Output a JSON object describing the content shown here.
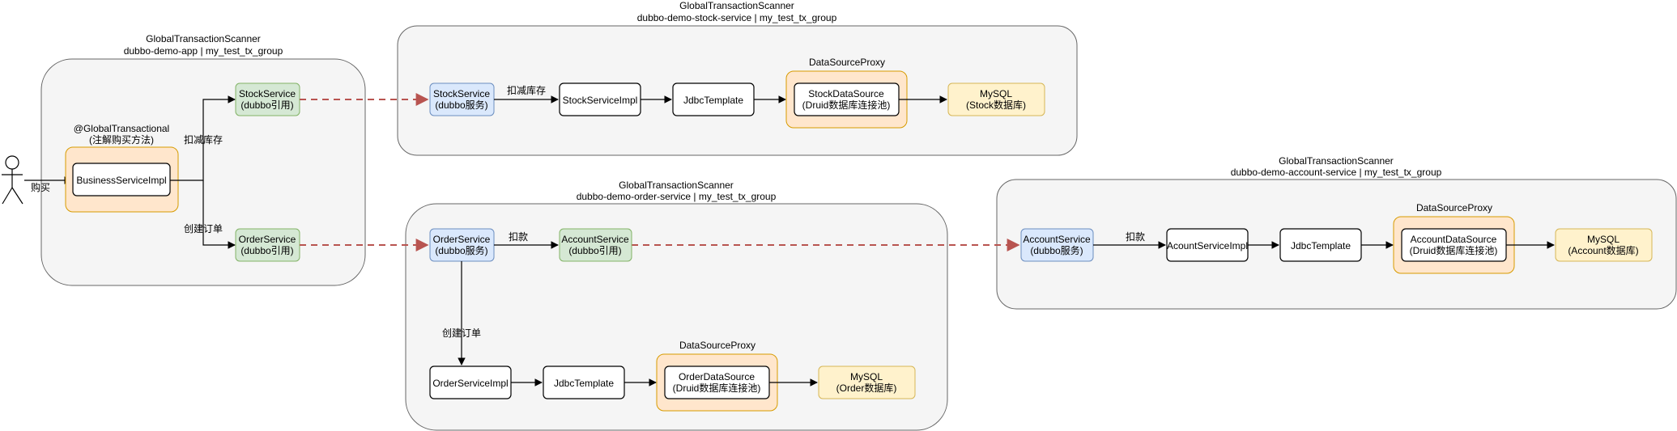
{
  "groups": {
    "app": {
      "title": "GlobalTransactionScanner",
      "subtitle": "dubbo-demo-app | my_test_tx_group"
    },
    "stock": {
      "title": "GlobalTransactionScanner",
      "subtitle": "dubbo-demo-stock-service | my_test_tx_group"
    },
    "order": {
      "title": "GlobalTransactionScanner",
      "subtitle": "dubbo-demo-order-service | my_test_tx_group"
    },
    "account": {
      "title": "GlobalTransactionScanner",
      "subtitle": "dubbo-demo-account-service | my_test_tx_group"
    }
  },
  "app": {
    "actor_label": "购买",
    "annotation_line1": "@GlobalTransactional",
    "annotation_line2": "(注解购买方法)",
    "business_service": "BusinessServiceImpl",
    "stock_ref_line1": "StockService",
    "stock_ref_line2": "(dubbo引用)",
    "order_ref_line1": "OrderService",
    "order_ref_line2": "(dubbo引用)",
    "edge_deduct_stock": "扣减库存",
    "edge_create_order": "创建订单"
  },
  "stock": {
    "service_line1": "StockService",
    "service_line2": "(dubbo服务)",
    "edge_label": "扣减库存",
    "impl": "StockServiceImpl",
    "jdbc": "JdbcTemplate",
    "proxy_label": "DataSourceProxy",
    "ds_line1": "StockDataSource",
    "ds_line2": "(Druid数据库连接池)",
    "db_line1": "MySQL",
    "db_line2": "(Stock数据库)"
  },
  "order": {
    "service_line1": "OrderService",
    "service_line2": "(dubbo服务)",
    "edge_deduct": "扣款",
    "account_ref_line1": "AccountService",
    "account_ref_line2": "(dubbo引用)",
    "edge_create": "创建订单",
    "impl": "OrderServiceImpl",
    "jdbc": "JdbcTemplate",
    "proxy_label": "DataSourceProxy",
    "ds_line1": "OrderDataSource",
    "ds_line2": "(Druid数据库连接池)",
    "db_line1": "MySQL",
    "db_line2": "(Order数据库)"
  },
  "account": {
    "service_line1": "AccountService",
    "service_line2": "(dubbo服务)",
    "edge_label": "扣款",
    "impl": "AcountServiceImpl",
    "jdbc": "JdbcTemplate",
    "proxy_label": "DataSourceProxy",
    "ds_line1": "AccountDataSource",
    "ds_line2": "(Druid数据库连接池)",
    "db_line1": "MySQL",
    "db_line2": "(Account数据库)"
  },
  "colors": {
    "group_fill": "#f5f5f5",
    "proxy_fill": "#ffe6cc",
    "dubbo_service_fill": "#dae8fc",
    "dubbo_reference_fill": "#d5e8d4",
    "database_fill": "#fff2cc",
    "remote_call_line": "#b85450"
  }
}
